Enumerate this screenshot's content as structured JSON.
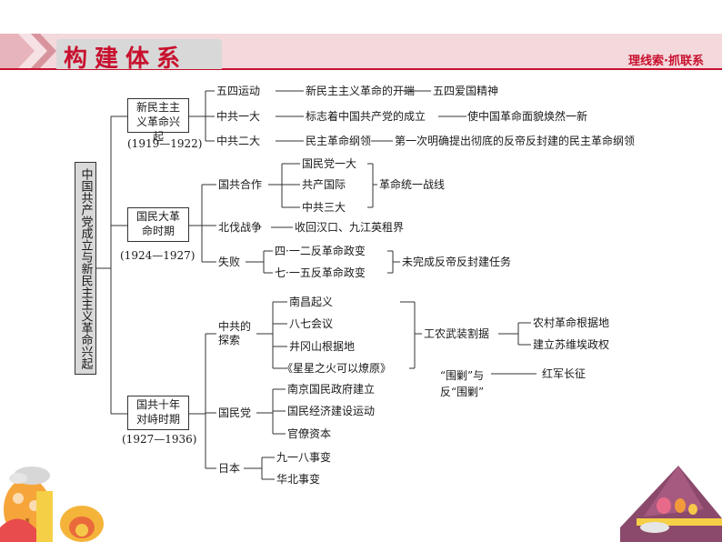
{
  "header": {
    "title": "构建体系",
    "subtitle": "理线索·抓联系"
  },
  "root": "中国共产党成立与新民主主义革命兴起",
  "periods": [
    {
      "title": "新民主主义革命兴起",
      "years": "(1919—1922)"
    },
    {
      "title": "国民大革命时期",
      "years": "(1924—1927)"
    },
    {
      "title": "国共十年对峙时期",
      "years": "(1927—1936)"
    }
  ],
  "p1": {
    "wusi": "五四运动",
    "wusi_desc": "新民主主义革命的开端",
    "wusi_spirit": "五四爱国精神",
    "yida": "中共一大",
    "yida_desc": "标志着中国共产党的成立",
    "yida_effect": "使中国革命面貌焕然一新",
    "erda": "中共二大",
    "erda_desc": "民主革命纲领",
    "erda_effect": "第一次明确提出彻底的反帝反封建的民主革命纲领"
  },
  "p2": {
    "hezuo": "国共合作",
    "gmd1": "国民党一大",
    "gongchan": "共产国际",
    "sanda": "中共三大",
    "tongyi": "革命统一战线",
    "beifa": "北伐战争",
    "beifa_desc": "收回汉口、九江英租界",
    "shibai": "失败",
    "siyier": "四·一二反革命政变",
    "qiyiwu": "七·一五反革命政变",
    "weiwancheng": "未完成反帝反封建任务"
  },
  "p3": {
    "tansuo": "中共的探索",
    "nanchang": "南昌起义",
    "baqi": "八七会议",
    "jinggang": "井冈山根据地",
    "xingxing": "《星星之火可以燎原》",
    "gongnong": "工农武装割据",
    "nongcun": "农村革命根据地",
    "suwei": "建立苏维埃政权",
    "weijiao": "“围剿”与反“围剿”",
    "changzheng": "红军长征",
    "gmd": "国民党",
    "nanjing": "南京国民政府建立",
    "jingji": "国民经济建设运动",
    "guanliao": "官僚资本",
    "riben": "日本",
    "jiuyiba": "九一八事变",
    "huabei": "华北事变"
  }
}
